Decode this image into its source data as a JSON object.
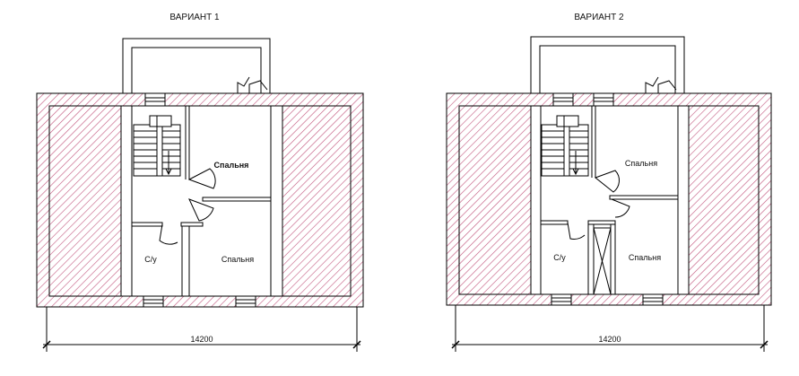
{
  "plans": [
    {
      "title": "ВАРИАНТ 1",
      "rooms": {
        "bedroom_top": "Спальня",
        "bedroom_bottom": "Спальня",
        "bathroom": "С/у"
      },
      "dimension": "14200"
    },
    {
      "title": "ВАРИАНТ 2",
      "rooms": {
        "bedroom_top": "Спальня",
        "bedroom_bottom": "Спальня",
        "bathroom": "С/у"
      },
      "dimension": "14200"
    }
  ],
  "colors": {
    "hatch": "#c2567d",
    "line": "#000000"
  }
}
